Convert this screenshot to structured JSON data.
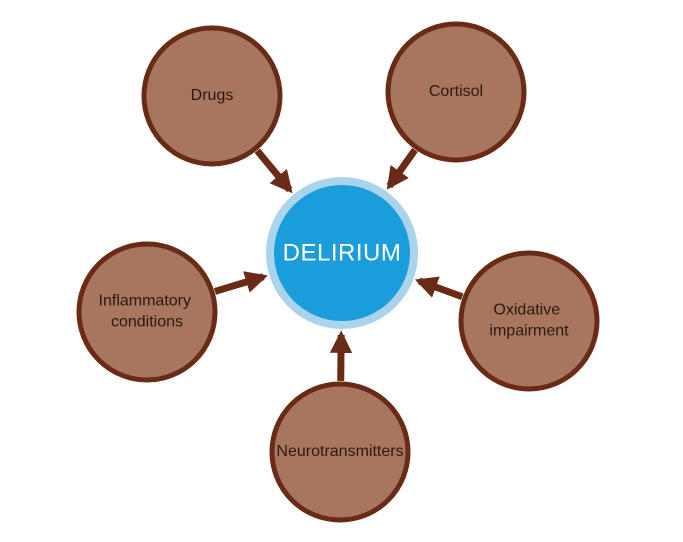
{
  "colors": {
    "node_fill": "#a8765e",
    "node_stroke": "#6a2b16",
    "arrow": "#6a2b16",
    "center_fill": "#1b9ddc",
    "center_ring": "#a9d4ec",
    "background": "#ffffff"
  },
  "center": {
    "label": "DELIRIUM"
  },
  "nodes": [
    {
      "id": "drugs",
      "lines": [
        "Drugs"
      ]
    },
    {
      "id": "cortisol",
      "lines": [
        "Cortisol"
      ]
    },
    {
      "id": "inflammatory",
      "lines": [
        "Inflammatory",
        "conditions"
      ]
    },
    {
      "id": "oxidative",
      "lines": [
        "Oxidative",
        "impairment"
      ]
    },
    {
      "id": "neurotransmitters",
      "lines": [
        "Neurotransmitters"
      ]
    }
  ]
}
